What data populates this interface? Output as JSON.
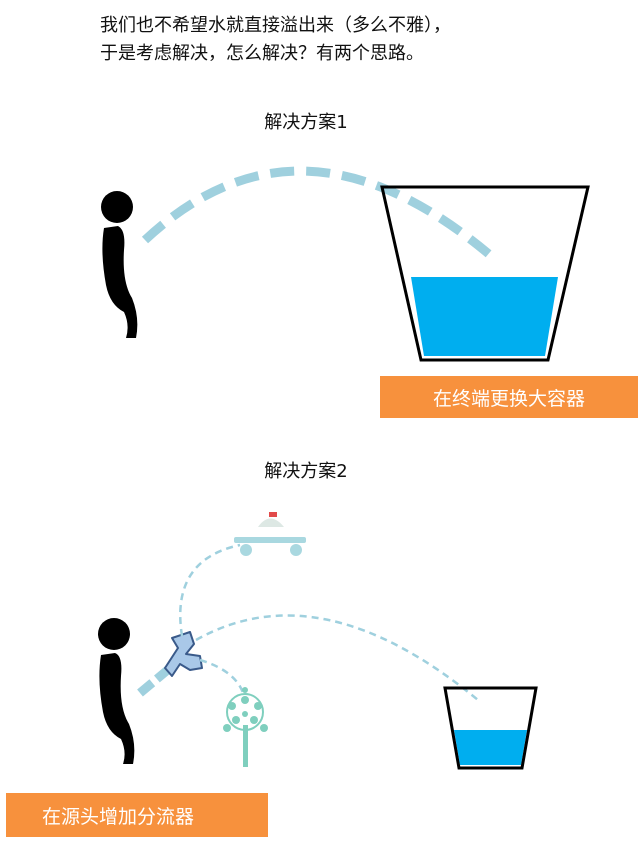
{
  "intro": {
    "line1": "我们也不希望水就直接溢出来（多么不雅），",
    "line2": "于是考虑解决，怎么解决？有两个思路。"
  },
  "plan1": {
    "title": "解决方案1",
    "tag": "在终端更换大容器"
  },
  "plan2": {
    "title": "解决方案2",
    "tag": "在源头增加分流器"
  },
  "colors": {
    "stream": "#9fd0de",
    "water": "#00aeef",
    "tag_bg": "#f7913d",
    "figure": "#000000",
    "tree": "#7fcfbe",
    "splitter": "#a9c8e8"
  }
}
